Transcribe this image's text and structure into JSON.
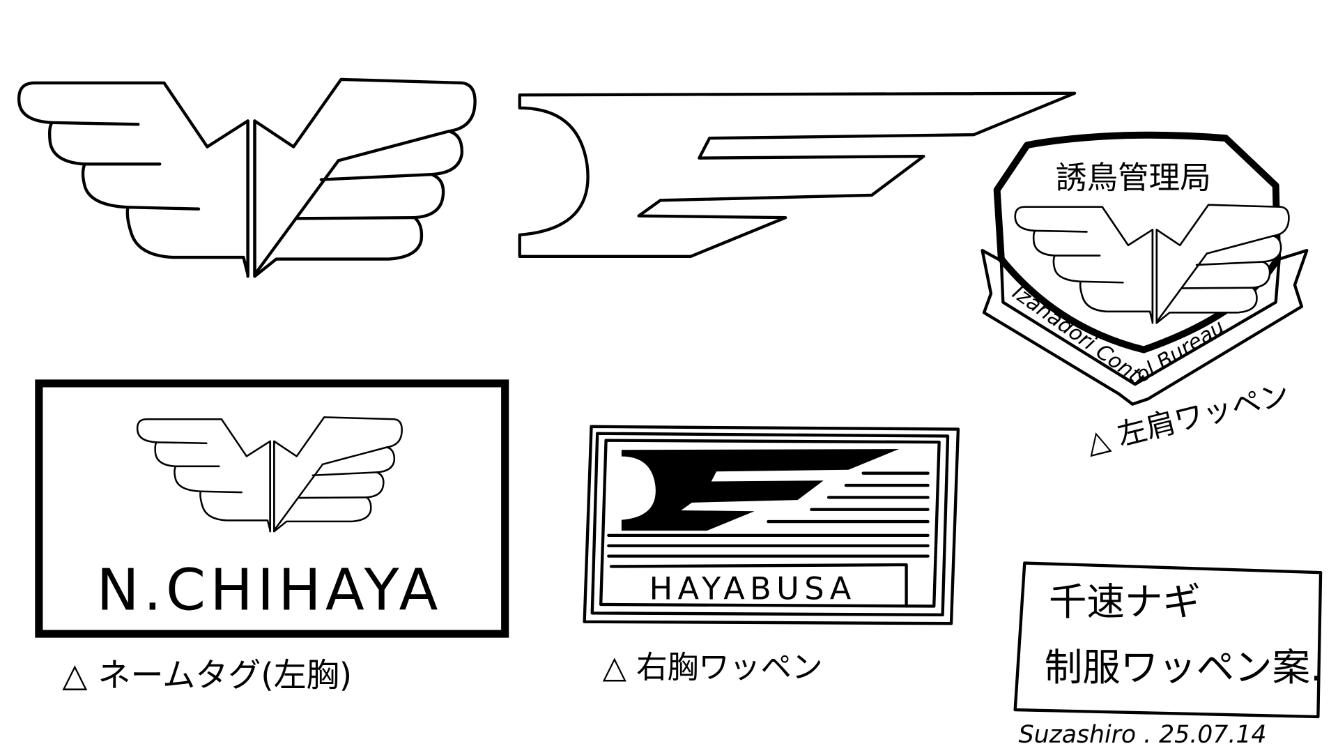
{
  "colors": {
    "ink": "#000000",
    "paper": "#ffffff"
  },
  "shoulder_patch": {
    "title_jp": "誘鳥管理局",
    "banner": "Izanadori Control Bureau",
    "caption": "△ 左肩ワッペン"
  },
  "name_tag": {
    "name": "N.CHIHAYA",
    "caption": "△ ネームタグ(左胸)"
  },
  "chest_patch": {
    "label": "HAYABUSA",
    "caption": "△ 右胸ワッペン"
  },
  "note": {
    "line1": "千速ナギ",
    "line2": "制服ワッペン案."
  },
  "signature": "Suzashiro . 25.07.14"
}
